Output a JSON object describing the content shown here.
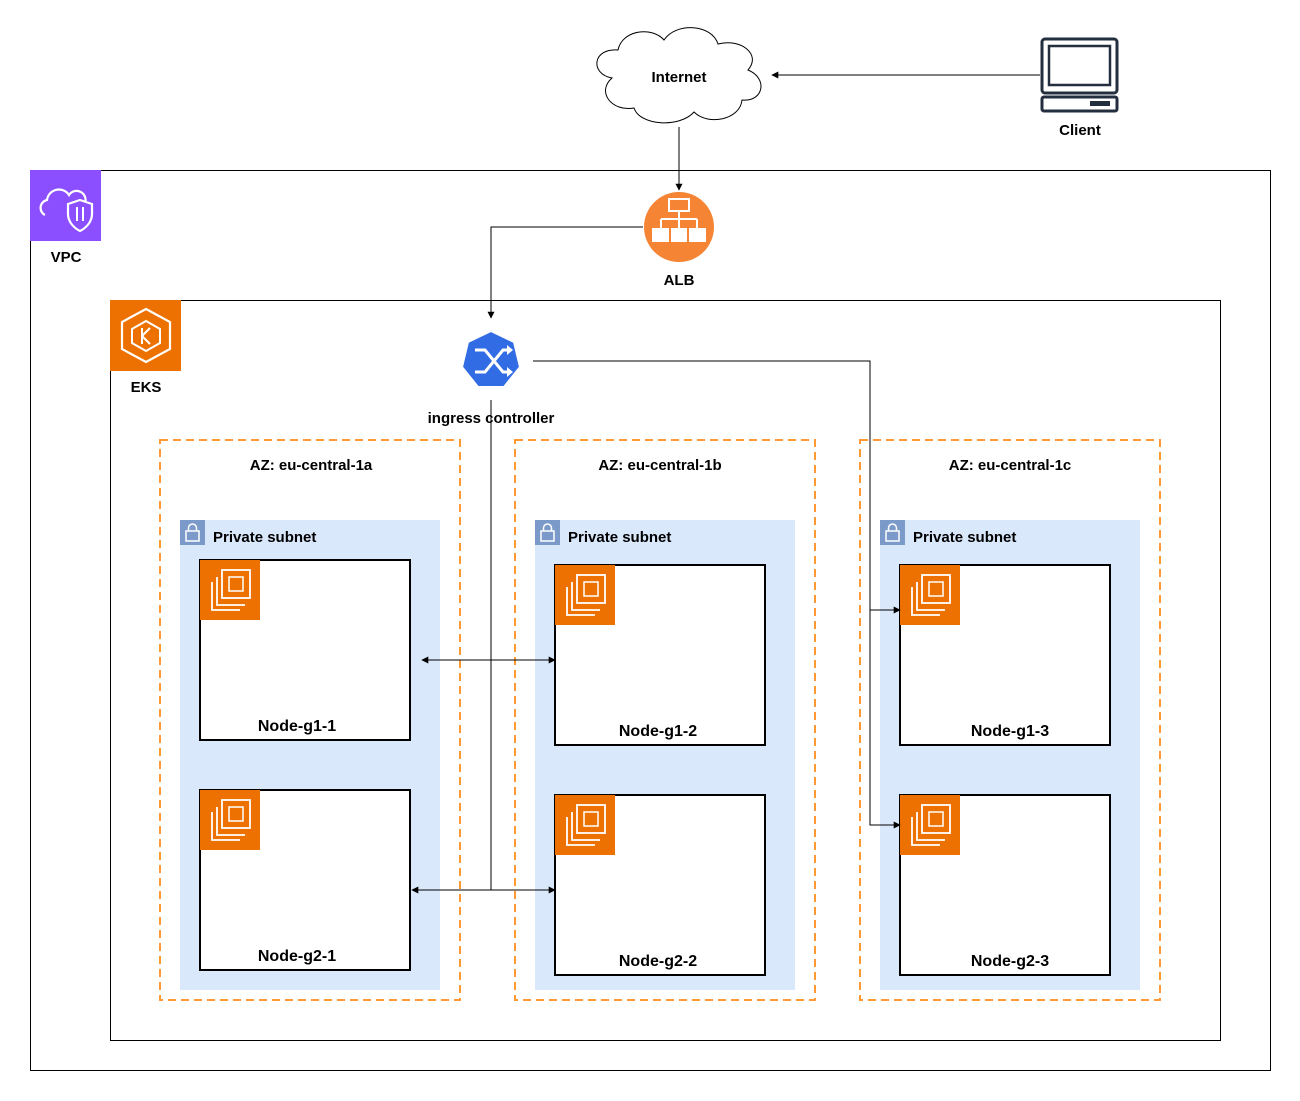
{
  "internet": {
    "label": "Internet"
  },
  "client": {
    "label": "Client"
  },
  "vpc": {
    "label": "VPC"
  },
  "alb": {
    "label": "ALB"
  },
  "eks": {
    "label": "EKS"
  },
  "ingress": {
    "label": "ingress controller"
  },
  "azs": [
    {
      "label": "AZ: eu-central-1a",
      "subnet": "Private subnet",
      "nodes": [
        {
          "label": "Node-g1-1"
        },
        {
          "label": "Node-g2-1"
        }
      ]
    },
    {
      "label": "AZ: eu-central-1b",
      "subnet": "Private subnet",
      "nodes": [
        {
          "label": "Node-g1-2"
        },
        {
          "label": "Node-g2-2"
        }
      ]
    },
    {
      "label": "AZ: eu-central-1c",
      "subnet": "Private subnet",
      "nodes": [
        {
          "label": "Node-g1-3"
        },
        {
          "label": "Node-g2-3"
        }
      ]
    }
  ],
  "colors": {
    "vpc_purple": "#8C4FFF",
    "eks_orange": "#ED7100",
    "alb_orange": "#F58534",
    "k8s_blue": "#326CE5",
    "subnet_fill": "#DAE8FC",
    "subnet_icon": "#7B9AC9",
    "az_border": "#FF9933"
  }
}
